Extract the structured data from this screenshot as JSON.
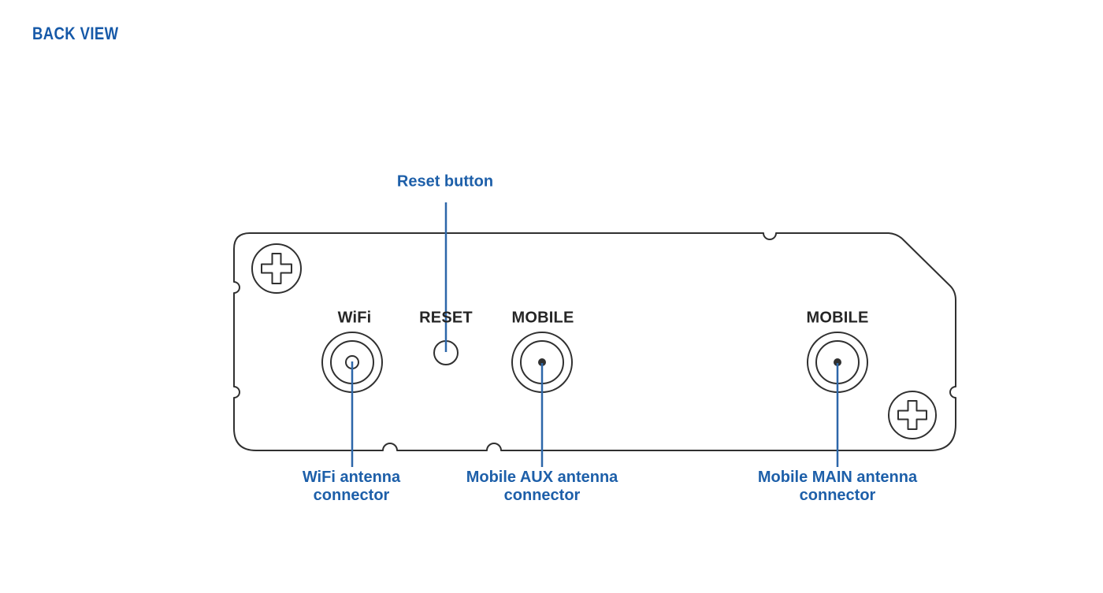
{
  "page": {
    "title": "BACK VIEW"
  },
  "colors": {
    "accent_blue": "#1659a8",
    "callout_blue": "#1d5fa9",
    "line_blue": "#2d67a9",
    "outline": "#303030",
    "port_text": "#262626",
    "background": "#ffffff"
  },
  "panel": {
    "ports": [
      {
        "id": "wifi",
        "label": "WiFi"
      },
      {
        "id": "reset",
        "label": "RESET"
      },
      {
        "id": "mobile_aux",
        "label": "MOBILE"
      },
      {
        "id": "mobile_main",
        "label": "MOBILE"
      }
    ]
  },
  "callouts": {
    "reset": {
      "label": "Reset button"
    },
    "wifi": {
      "label": "WiFi antenna connector"
    },
    "mobile_aux": {
      "label": "Mobile AUX antenna connector"
    },
    "mobile_main": {
      "label": "Mobile MAIN antenna connector"
    }
  }
}
